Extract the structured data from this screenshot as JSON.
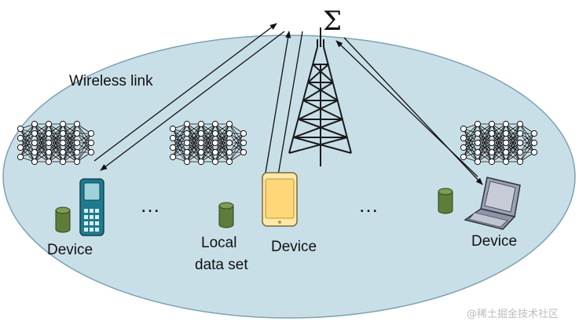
{
  "labels": {
    "sigma": "Σ",
    "wireless_link": "Wireless link",
    "device_left": "Device",
    "device_middle": "Device",
    "device_right": "Device",
    "local_data_line1": "Local",
    "local_data_line2": "data set",
    "ellipsis_left": "…",
    "ellipsis_right": "…"
  },
  "watermark": "@稀土掘金技术社区",
  "colors": {
    "ellipse_fill": "#c9dfe8",
    "ellipse_stroke": "#7da2b3",
    "tower": "#1a1a1a",
    "phone_body": "#1f7a8c",
    "smartphone_body": "#ffe9a8",
    "laptop_body": "#8c94a6",
    "database": "#5f7d3a",
    "arrow": "#111111"
  },
  "icons": [
    "tower-icon",
    "flip-phone-icon",
    "smartphone-icon",
    "laptop-icon",
    "database-icon",
    "neural-network-icon"
  ]
}
